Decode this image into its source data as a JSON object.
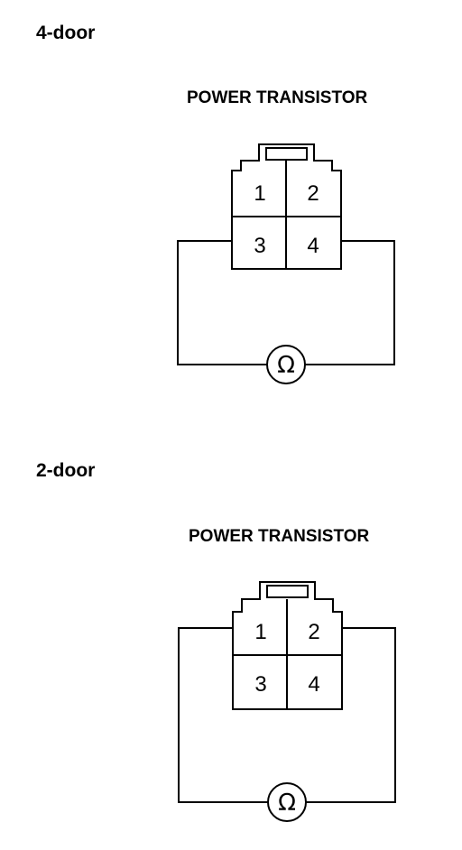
{
  "diagrams": [
    {
      "variant": "4-door",
      "component": "POWER TRANSISTOR",
      "pins": [
        "1",
        "2",
        "3",
        "4"
      ],
      "meter_symbol": "Ω"
    },
    {
      "variant": "2-door",
      "component": "POWER TRANSISTOR",
      "pins": [
        "1",
        "2",
        "3",
        "4"
      ],
      "meter_symbol": "Ω"
    }
  ]
}
